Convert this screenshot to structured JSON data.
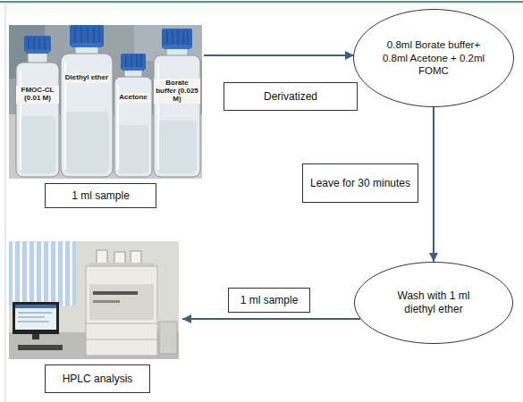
{
  "diagram": {
    "nodes": [
      {
        "text": [
          "1 ml sample"
        ]
      },
      {
        "text": [
          "Derivatized"
        ]
      },
      {
        "text": [
          "0.8ml Borate buffer+ 0.8ml Acetone + 0.2ml FOMC"
        ]
      },
      {
        "text": [
          "Leave for 30 minutes"
        ]
      },
      {
        "text": [
          "Wash with 1 ml diethyl ether"
        ]
      },
      {
        "text": [
          "1 ml sample"
        ]
      },
      {
        "text": [
          "HPLC analysis"
        ]
      }
    ],
    "edges": [
      {
        "from": 2,
        "to": 4,
        "arrow": "to"
      }
    ],
    "labels": [
      "FMOC-CL (0.01 M)",
      "Diethyl ether",
      "Acetone",
      "Borate buffer (0.025 M)"
    ]
  }
}
